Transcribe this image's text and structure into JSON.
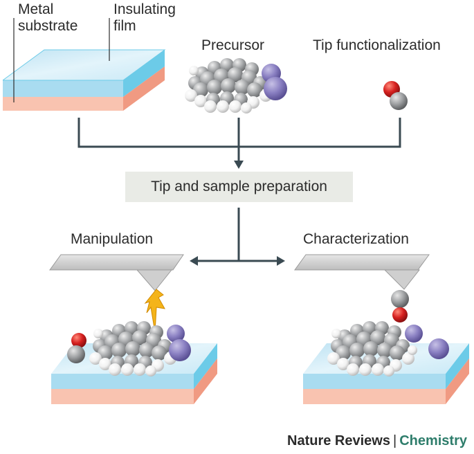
{
  "labels": {
    "metal": [
      "Metal",
      "substrate"
    ],
    "insulating": [
      "Insulating",
      "film"
    ],
    "precursor": "Precursor",
    "tip_functionalization": "Tip functionalization",
    "prep": "Tip and sample preparation",
    "manipulation": "Manipulation",
    "characterization": "Characterization"
  },
  "footer": {
    "publisher": "Nature Reviews",
    "separator": "|",
    "journal": "Chemistry"
  },
  "colors": {
    "film_top": "#d4ecf7",
    "film_side": "#6ccbe8",
    "metal_side": "#f4ab96",
    "metal_front": "#f9c7b5",
    "carbon": "#a9abad",
    "hydrogen": "#f4f4f4",
    "halogen": "#8b80c2",
    "oxygen": "#d6201f",
    "connector": "#3a4a52",
    "prep_box": "#e9ebe6",
    "journal": "#2e7d6b"
  },
  "icons": [
    "lightning-bolt-icon",
    "co-molecule-icon",
    "afm-tip-icon"
  ]
}
